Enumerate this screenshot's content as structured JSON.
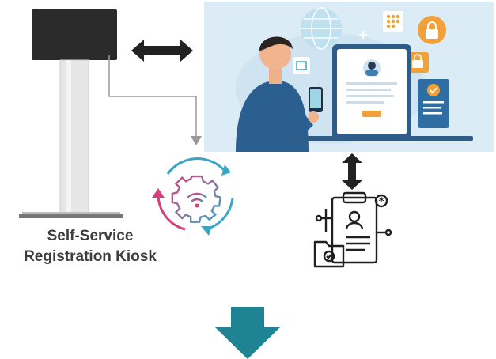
{
  "diagram": {
    "kiosk": {
      "label_line1": "Self-Service",
      "label_line2": "Registration Kiosk"
    },
    "icons": {
      "kiosk": "kiosk-stand-icon",
      "sync_gear": "gear-sync-icon",
      "registration_form": "clipboard-form-icon",
      "online_portal": "online-registration-illustration"
    },
    "colors": {
      "kiosk_body": "#2b2b2b",
      "kiosk_pole": "#e4e4e4",
      "arrow_dark": "#222222",
      "connector": "#9a9a9a",
      "down_arrow": "#1e8493",
      "gear_pink": "#d6417a",
      "gear_teal": "#3aa6c4",
      "panel_bg": "#dcecf6",
      "accent_orange": "#f2a13a"
    }
  }
}
